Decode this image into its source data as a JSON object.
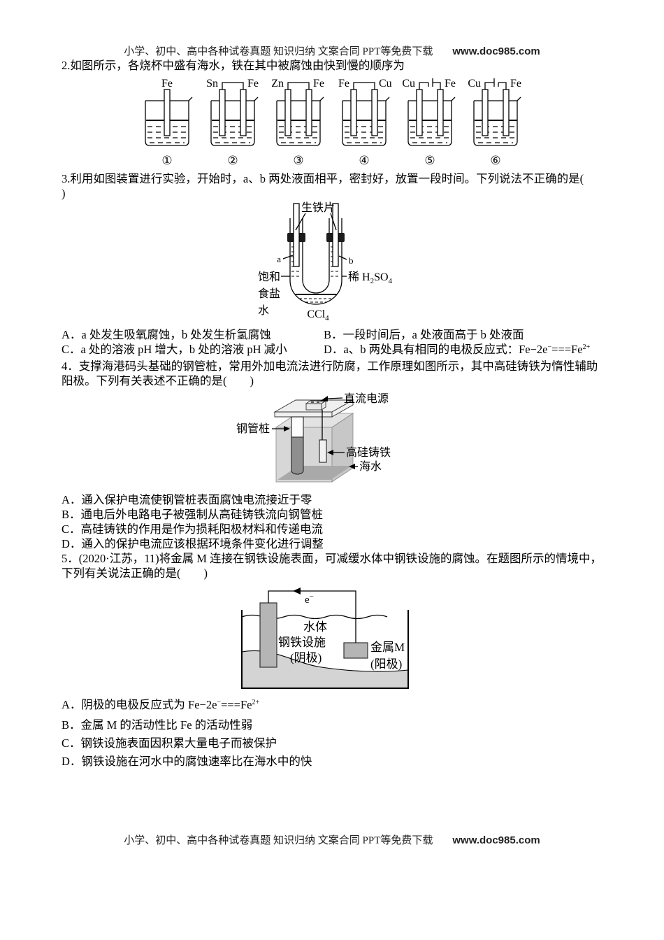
{
  "header": {
    "line": "小学、初中、高中各种试卷真题 知识归纳 文案合同 PPT等免费下载",
    "site": "www.doc985.com"
  },
  "footer": {
    "line": "小学、初中、高中各种试卷真题 知识归纳 文案合同 PPT等免费下载",
    "site": "www.doc985.com"
  },
  "q2": {
    "stem": "2.如图所示，各烧杯中盛有海水，铁在其中被腐蚀由快到慢的顺序为",
    "beakers": [
      {
        "left": "Fe",
        "right": "",
        "num": "①"
      },
      {
        "left": "Sn",
        "right": "Fe",
        "num": "②"
      },
      {
        "left": "Zn",
        "right": "Fe",
        "num": "③"
      },
      {
        "left": "Fe",
        "right": "Cu",
        "num": "④"
      },
      {
        "left": "Cu",
        "right": "Fe",
        "num": "⑤"
      },
      {
        "left": "Cu",
        "right": "Fe",
        "num": "⑥"
      }
    ]
  },
  "q3": {
    "stem1": "3.利用如图装置进行实验，开始时，a、b 两处液面相平，密封好，放置一段时间。下列说法不正确的是(",
    "stem2": ")",
    "fig": {
      "electrode_label": "生铁片",
      "a": "a",
      "b": "b",
      "left_liquid": [
        "饱和",
        "食盐",
        "水"
      ],
      "right_pre": "稀 H",
      "right_sub1": "2",
      "right_mid": "SO",
      "right_sub2": "4",
      "bottom_pre": "CCl",
      "bottom_sub": "4"
    },
    "options": {
      "A": "A．a 处发生吸氧腐蚀，b 处发生析氢腐蚀",
      "B": "B．一段时间后，a 处液面高于 b 处液面",
      "C": "C．a 处的溶液 pH 增大，b 处的溶液 pH 减小",
      "D_pre": "D．a、b 两处具有相同的电极反应式：Fe−2e",
      "D_sup1": "−",
      "D_mid": "===Fe",
      "D_sup2": "2+"
    }
  },
  "q4": {
    "stem": "4．支撑海港码头基础的钢管桩，常用外加电流法进行防腐，工作原理如图所示，其中高硅铸铁为惰性辅助阳极。下列有关表述不正确的是(　　)",
    "fig": {
      "power": "直流电源",
      "pile": "钢管桩",
      "iron": "高硅铸铁",
      "sea": "海水"
    },
    "options": [
      "A．通入保护电流使钢管桩表面腐蚀电流接近于零",
      "B．通电后外电路电子被强制从高硅铸铁流向钢管桩",
      "C．高硅铸铁的作用是作为损耗阳极材料和传递电流",
      "D．通入的保护电流应该根据环境条件变化进行调整"
    ]
  },
  "q5": {
    "stem": "5．(2020·江苏，11)将金属 M 连接在钢铁设施表面，可减缓水体中钢铁设施的腐蚀。在题图所示的情境中，下列有关说法正确的是(　　)",
    "fig": {
      "e_pre": "e",
      "e_sup": "−",
      "water": "水体",
      "steel": "钢铁设施",
      "cathode": "(阴极)",
      "metal": "金属M",
      "anode": "(阳极)"
    },
    "options": {
      "A_pre": "A．阴极的电极反应式为 Fe−2e",
      "A_sup1": "−",
      "A_mid": "===Fe",
      "A_sup2": "2+",
      "B": "B．金属 M 的活动性比 Fe 的活动性弱",
      "C": "C．钢铁设施表面因积累大量电子而被保护",
      "D": "D．钢铁设施在河水中的腐蚀速率比在海水中的快"
    }
  }
}
